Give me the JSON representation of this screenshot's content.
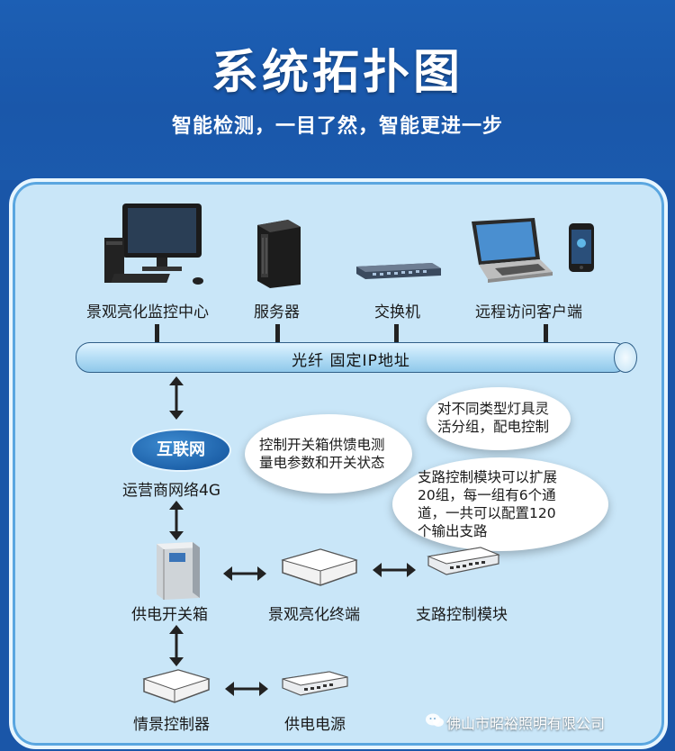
{
  "header": {
    "title": "系统拓扑图",
    "subtitle": "智能检测，一目了然，智能更进一步"
  },
  "devices_top": {
    "monitor_center": "景观亮化监控中心",
    "server": "服务器",
    "switch": "交换机",
    "remote_client": "远程访问客户端"
  },
  "backbone": {
    "label": "光纤  固定IP地址"
  },
  "network": {
    "internet": "互联网",
    "carrier": "运营商网络4G"
  },
  "bubbles": {
    "control_box": "控制开关箱供馈电测量电参数和开关状态",
    "control_box_lines": [
      "控制开关箱供馈电测",
      "量电参数和开关状态"
    ],
    "grouping_lines": [
      "对不同类型灯具灵",
      "活分组，配电控制"
    ],
    "module_lines": [
      "支路控制模块可以扩展",
      "20组，每一组有6个通",
      "道，一共可以配置120",
      "个输出支路"
    ]
  },
  "devices_bottom": {
    "power_switch_box": "供电开关箱",
    "terminal": "景观亮化终端",
    "branch_module": "支路控制模块",
    "scene_controller": "情景控制器",
    "power_supply": "供电电源"
  },
  "watermark": {
    "text": "佛山市昭裕照明有限公司"
  },
  "colors": {
    "header_blue": "#1c5fb4",
    "panel_bg": "#c9e6f8",
    "internet_blue": "#1e62aa"
  }
}
